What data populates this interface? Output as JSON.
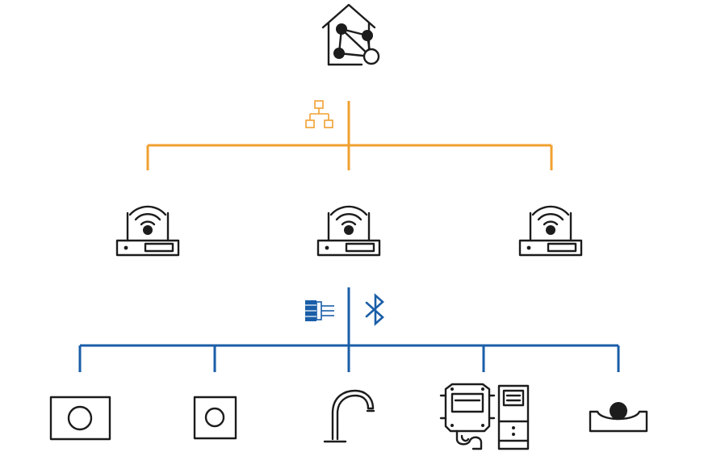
{
  "colors": {
    "ethernet_tier": "#f0a030",
    "wireless_tier": "#1a5ea8",
    "icon_stroke": "#1c1c1c",
    "background": "#ffffff"
  },
  "tiers": {
    "hub": {
      "icon": "smart-home-hub-icon"
    },
    "ethernet": {
      "icon": "network-topology-icon",
      "children": [
        "access-point-left",
        "access-point-center",
        "access-point-right"
      ]
    },
    "access_points": [
      {
        "icon": "wifi-access-point-icon"
      },
      {
        "icon": "wifi-access-point-icon"
      },
      {
        "icon": "wifi-access-point-icon"
      }
    ],
    "wireless": {
      "icons": [
        "wired-connector-icon",
        "bluetooth-icon"
      ]
    },
    "devices": [
      {
        "icon": "flush-plate-large-icon"
      },
      {
        "icon": "flush-plate-small-icon"
      },
      {
        "icon": "faucet-icon"
      },
      {
        "icon": "cistern-control-module-icon"
      },
      {
        "icon": "shower-drain-icon"
      }
    ]
  }
}
